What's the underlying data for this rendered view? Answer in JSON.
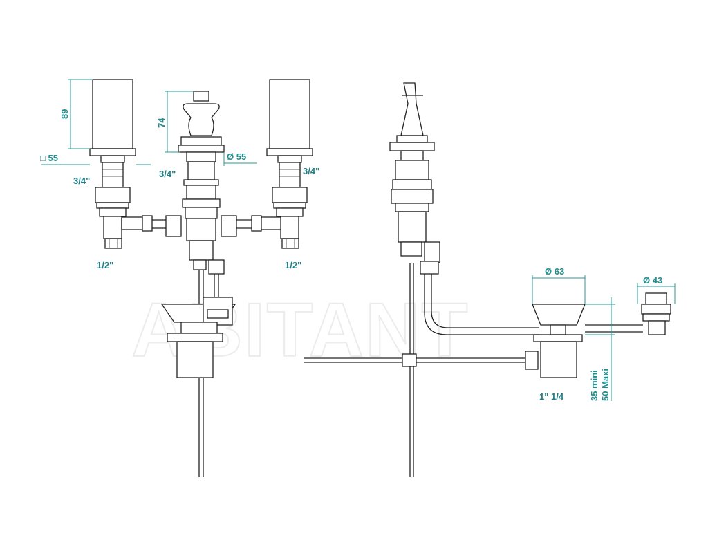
{
  "watermark": "ABITANT",
  "colors": {
    "line": "#222222",
    "dimension": "#2a9a9a"
  },
  "front_view": {
    "left_handle_height": "89",
    "left_handle_square": "□ 55",
    "left_thread_upper": "3/4\"",
    "left_thread_lower": "1/2\"",
    "center_handle_height": "74",
    "center_diameter": "Ø 55",
    "center_thread": "3/4\"",
    "right_thread_upper": "3/4\"",
    "right_thread_lower": "1/2\""
  },
  "side_view": {
    "waste_diameter": "Ø 63",
    "knob_diameter": "Ø 43",
    "waste_thread": "1\" 1/4",
    "waste_height_min": "35 mini",
    "waste_height_max": "50 Maxi"
  }
}
